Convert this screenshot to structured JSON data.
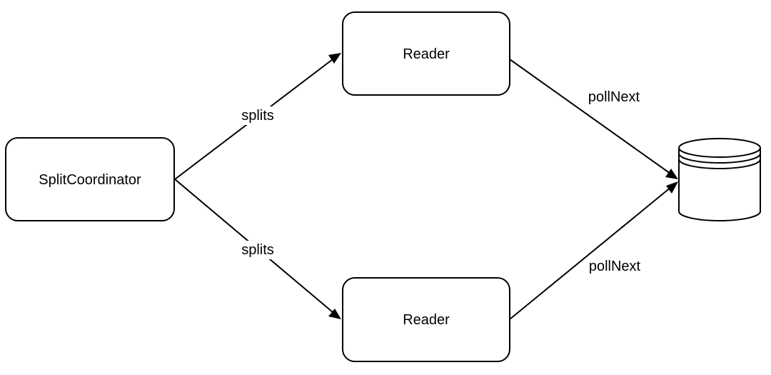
{
  "nodes": {
    "coordinator": {
      "label": "SplitCoordinator"
    },
    "reader_top": {
      "label": "Reader"
    },
    "reader_bottom": {
      "label": "Reader"
    },
    "storage": {
      "icon": "database-icon"
    }
  },
  "edges": {
    "coord_to_top": {
      "label": "splits"
    },
    "coord_to_bottom": {
      "label": "splits"
    },
    "top_to_storage": {
      "label": "pollNext"
    },
    "bottom_to_storage": {
      "label": "pollNext"
    }
  },
  "colors": {
    "stroke": "#000000",
    "fill": "#ffffff"
  }
}
